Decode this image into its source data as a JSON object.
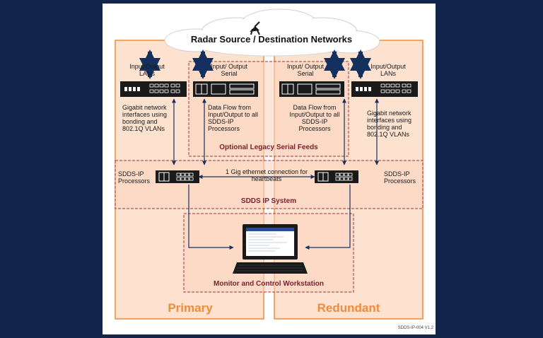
{
  "cloud": {
    "title": "Radar Source / Destination Networks"
  },
  "primary": {
    "label": "Primary",
    "io_lans_label": "Input/Output LANs",
    "io_serial_label": "Input/ Output Serial",
    "gigabit_text": "Gigabit network interfaces using bonding and 802.1Q VLANs",
    "data_flow_text": "Data Flow from Input/Output to all SDDS-IP Processors",
    "processors_label": "SDDS-IP Processors"
  },
  "redundant": {
    "label": "Redundant",
    "io_lans_label": "Input/Output LANs",
    "io_serial_label": "Input/ Output Serial",
    "gigabit_text": "Gigabit network interfaces using bonding and 802.1Q VLANs",
    "data_flow_text": "Data Flow from Input/Output to all SDDS-IP Processors",
    "processors_label": "SDDS-IP Processors"
  },
  "legacy_serial": {
    "title": "Optional Legacy Serial Feeds"
  },
  "sdds_system": {
    "title": "SDDS IP System"
  },
  "heartbeat": {
    "text": "1 Gig ethernet connection for heartbeats"
  },
  "workstation": {
    "title": "Monitor and Control Workstation"
  },
  "footer": {
    "version": "SDDS-IP-004 V1.2"
  },
  "colors": {
    "background": "#13254a",
    "panel_fill": "#fde2d0",
    "panel_border": "#ef8b3b",
    "dashed_border": "#a23447",
    "arrow": "#14305e",
    "orange_text": "#ef8b3b",
    "title_text": "#7b1f2c"
  },
  "icons": [
    "satellite-dish-icon",
    "switch-icon",
    "serial-device-icon",
    "processor-icon",
    "laptop-icon"
  ]
}
